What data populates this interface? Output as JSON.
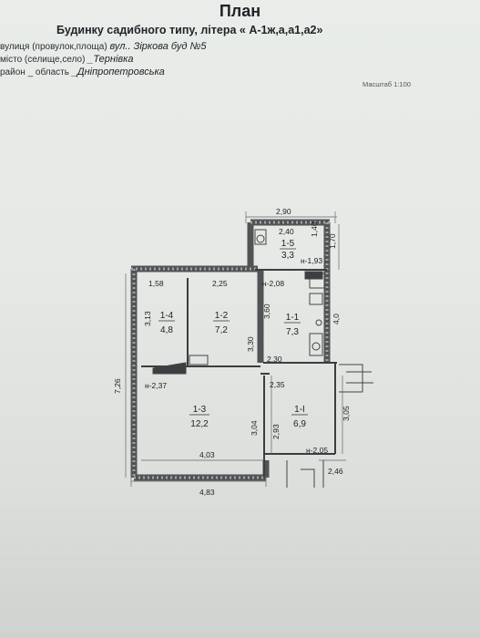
{
  "title": "План",
  "subtitle": "Будинку садибного типу, літера « А-1ж,а,а1,а2»",
  "address": {
    "street_label": "вулиця (провулок,площа)",
    "street_value": "вул.. Зіркова   буд №5",
    "city_label": "місто (селище,село)",
    "city_value": "_Тернівка",
    "region_label": "район _  область",
    "region_value": "_Дніпропетровська"
  },
  "scale": "Масштаб 1:100",
  "plan": {
    "rooms": [
      {
        "id": "1-5",
        "area": "3,3"
      },
      {
        "id": "1-4",
        "area": "4,8"
      },
      {
        "id": "1-2",
        "area": "7,2"
      },
      {
        "id": "1-1",
        "area": "7,3"
      },
      {
        "id": "1-3",
        "area": "12,2"
      },
      {
        "id": "1-I",
        "area": "6,9"
      }
    ],
    "dims": {
      "top_width": "2,90",
      "inner_width_15": "2,40",
      "height_15": "1,40",
      "ext_height_15": "1,70",
      "h_15": "н-1,93",
      "width_14": "1,58",
      "width_12": "2,25",
      "h_11": "н-2,08",
      "height_14": "3,13",
      "height_11a": "3,60",
      "height_12": "3,30",
      "height_11b": "4,0",
      "width_11": "2,30",
      "width_1i": "2,35",
      "h_13": "н-2,37",
      "total_height": "7,26",
      "height_13": "3,04",
      "height_1i": "2,93",
      "ext_height_1i": "3,05",
      "width_13": "4,03",
      "h_1i": "н-2,05",
      "ext_width": "2,46",
      "total_width": "4,83"
    }
  }
}
